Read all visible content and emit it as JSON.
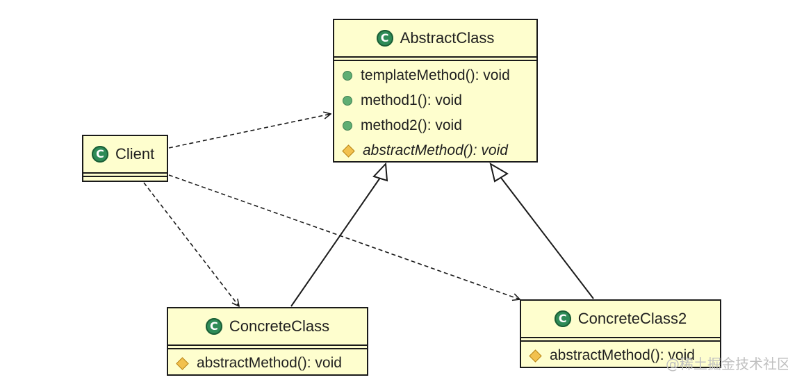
{
  "classes": {
    "abstract": {
      "name": "AbstractClass",
      "badge": "C",
      "members": [
        {
          "text": "templateMethod(): void",
          "visibility": "public",
          "abstract": false
        },
        {
          "text": "method1(): void",
          "visibility": "public",
          "abstract": false
        },
        {
          "text": "method2(): void",
          "visibility": "public",
          "abstract": false
        },
        {
          "text": "abstractMethod(): void",
          "visibility": "protected",
          "abstract": true
        }
      ]
    },
    "client": {
      "name": "Client",
      "badge": "C"
    },
    "concrete1": {
      "name": "ConcreteClass",
      "badge": "C",
      "members": [
        {
          "text": "abstractMethod(): void",
          "visibility": "protected",
          "abstract": false
        }
      ]
    },
    "concrete2": {
      "name": "ConcreteClass2",
      "badge": "C",
      "members": [
        {
          "text": "abstractMethod(): void",
          "visibility": "protected",
          "abstract": false
        }
      ]
    }
  },
  "relations": [
    {
      "from": "client",
      "to": "abstract",
      "type": "dependency"
    },
    {
      "from": "client",
      "to": "concrete1",
      "type": "dependency"
    },
    {
      "from": "client",
      "to": "concrete2",
      "type": "dependency"
    },
    {
      "from": "concrete1",
      "to": "abstract",
      "type": "inheritance"
    },
    {
      "from": "concrete2",
      "to": "abstract",
      "type": "inheritance"
    }
  ],
  "colors": {
    "class_fill": "#fefece",
    "border": "#1a1a1a",
    "badge": "#2e8b57",
    "public_dot": "#5fae73",
    "protected_diamond": "#f2c14e"
  },
  "watermark": "@稀土掘金技术社区"
}
